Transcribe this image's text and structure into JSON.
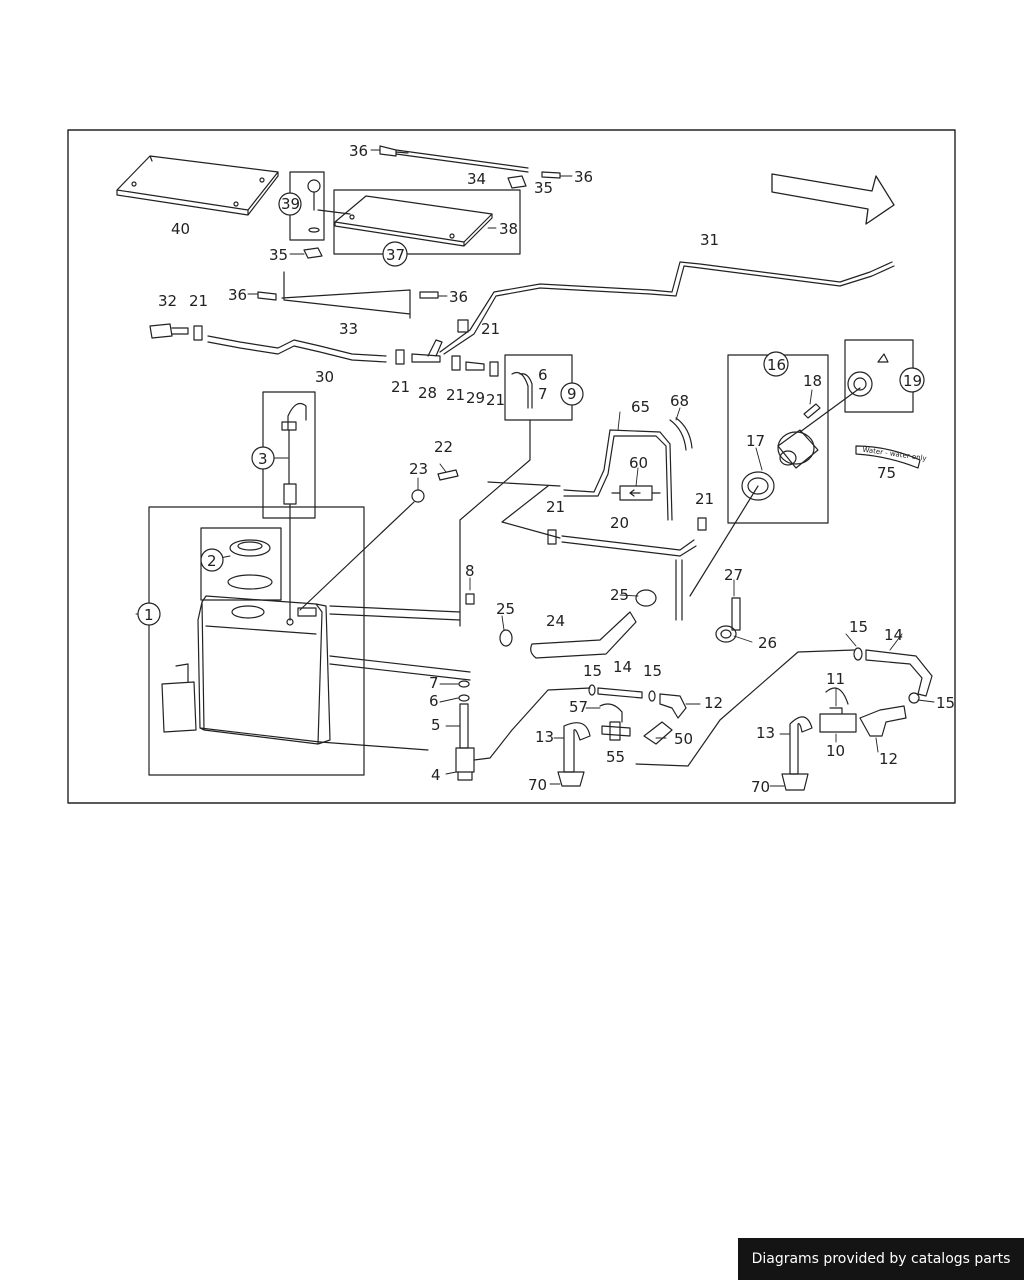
{
  "diagram": {
    "labels": {
      "l1": "1",
      "l2": "2",
      "l3": "3",
      "l4": "4",
      "l5": "5",
      "l6a": "6",
      "l6b": "6",
      "l7a": "7",
      "l7b": "7",
      "l8": "8",
      "l9": "9",
      "l10": "10",
      "l11": "11",
      "l12a": "12",
      "l12b": "12",
      "l13a": "13",
      "l13b": "13",
      "l14a": "14",
      "l14b": "14",
      "l15a": "15",
      "l15b": "15",
      "l15c": "15",
      "l15d": "15",
      "l16": "16",
      "l17": "17",
      "l18": "18",
      "l19": "19",
      "l20": "20",
      "l21a": "21",
      "l21b": "21",
      "l21c": "21",
      "l21d": "21",
      "l21e": "21",
      "l21f": "21",
      "l21g": "21",
      "l22": "22",
      "l23": "23",
      "l24": "24",
      "l25a": "25",
      "l25b": "25",
      "l26": "26",
      "l27": "27",
      "l28": "28",
      "l29": "29",
      "l30": "30",
      "l31": "31",
      "l32": "32",
      "l33": "33",
      "l34": "34",
      "l35a": "35",
      "l35b": "35",
      "l36a": "36",
      "l36b": "36",
      "l36c": "36",
      "l36d": "36",
      "l37": "37",
      "l38": "38",
      "l39": "39",
      "l40": "40",
      "l50": "50",
      "l55": "55",
      "l57": "57",
      "l60": "60",
      "l65": "65",
      "l68": "68",
      "l70a": "70",
      "l70b": "70",
      "l75": "75"
    },
    "sticker_text": "Water - water only"
  },
  "footer": {
    "text": "Diagrams provided by catalogs parts"
  }
}
